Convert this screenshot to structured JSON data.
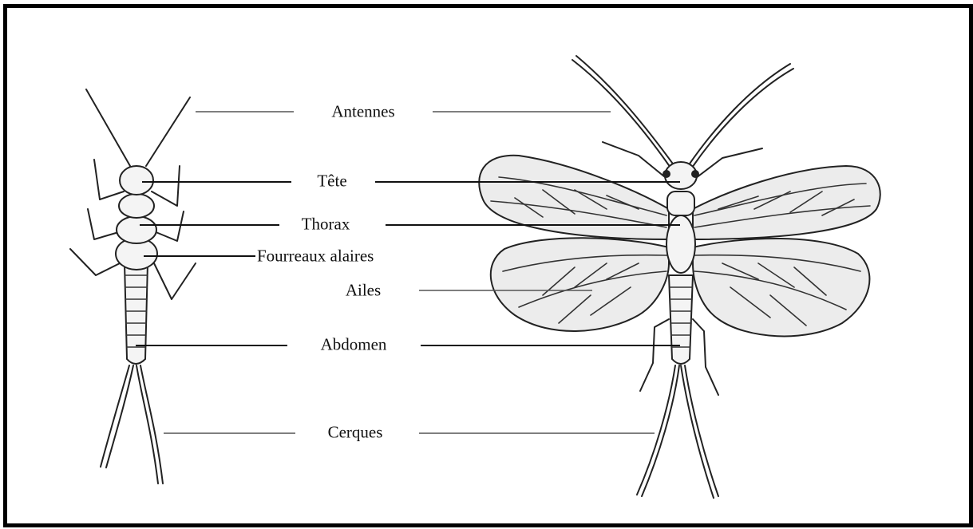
{
  "labels": {
    "antennes": "Antennes",
    "tete": "Tête",
    "thorax": "Thorax",
    "fourreaux": "Fourreaux alaires",
    "ailes": "Ailes",
    "abdomen": "Abdomen",
    "cerques": "Cerques"
  },
  "colors": {
    "border": "#000000",
    "line": "#111111",
    "body_fill": "#f4f4f4",
    "wing_fill": "#ececec",
    "stroke": "#222222"
  }
}
